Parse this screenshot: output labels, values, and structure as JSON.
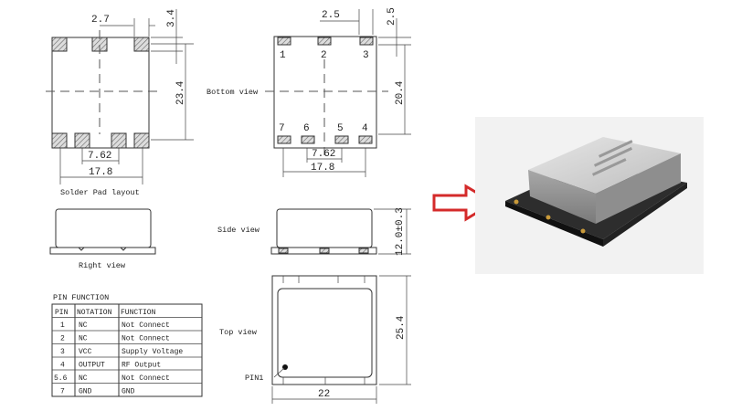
{
  "solder_pad": {
    "caption": "Solder Pad layout",
    "dim_pitch_top": "2.7",
    "dim_pad": "3.4",
    "dim_height": "23.4",
    "dim_inner": "7.62",
    "dim_outer": "17.8"
  },
  "bottom_view": {
    "label": "Bottom view",
    "dim_pitch_top": "2.5",
    "dim_pad": "2.5",
    "dim_height": "20.4",
    "dim_inner": "7.62",
    "dim_outer": "17.8",
    "pins_top": [
      "1",
      "2",
      "3"
    ],
    "pins_bottom": [
      "7",
      "6",
      "5",
      "4"
    ]
  },
  "right_view": {
    "caption": "Right view"
  },
  "side_view": {
    "label": "Side view",
    "dim_height": "12.0±0.3"
  },
  "top_view": {
    "label": "Top view",
    "pin1_label": "PIN1",
    "dim_width": "22",
    "dim_height": "25.4"
  },
  "pin_table": {
    "title": "PIN FUNCTION",
    "headers": [
      "PIN",
      "NOTATION",
      "FUNCTION"
    ],
    "rows": [
      [
        "1",
        "NC",
        "Not Connect"
      ],
      [
        "2",
        "NC",
        "Not Connect"
      ],
      [
        "3",
        "VCC",
        "Supply Voltage"
      ],
      [
        "4",
        "OUTPUT",
        "RF Output"
      ],
      [
        "5.6",
        "NC",
        "Not Connect"
      ],
      [
        "7",
        "GND",
        "GND"
      ]
    ]
  },
  "colors": {
    "arrow": "#d42a2a",
    "photo_bg": "#f2f2f2",
    "pad_copper": "#c99a3a"
  }
}
